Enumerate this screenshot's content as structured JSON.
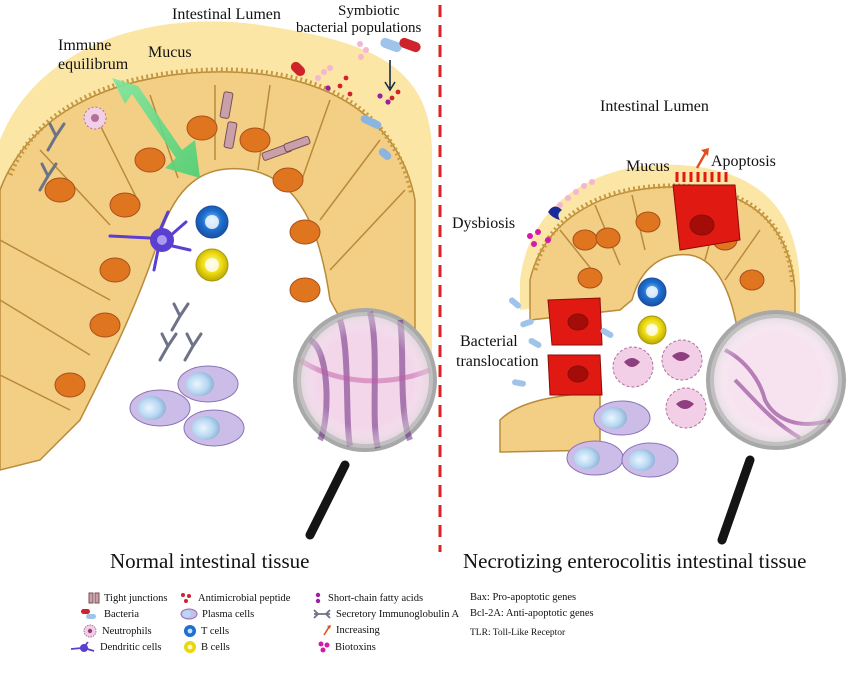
{
  "left_panel": {
    "lumen": "Intestinal Lumen",
    "mucus": "Mucus",
    "immune_line1": "Immune",
    "immune_line2": "equilibrum",
    "symbiotic_line1": "Symbiotic",
    "symbiotic_line2": "bacterial populations",
    "caption": "Normal intestinal tissue"
  },
  "right_panel": {
    "lumen": "Intestinal Lumen",
    "mucus": "Mucus",
    "apoptosis": "Apoptosis",
    "dysbiosis": "Dysbiosis",
    "translocation_line1": "Bacterial",
    "translocation_line2": "translocation",
    "caption": "Necrotizing enterocolitis intestinal tissue"
  },
  "legend": {
    "col1": [
      {
        "icon": "tight-junction-icon",
        "label": "Tight junctions"
      },
      {
        "icon": "bacteria-icon",
        "label": "Bacteria"
      },
      {
        "icon": "neutrophil-icon",
        "label": "Neutrophils"
      },
      {
        "icon": "dendritic-cell-icon",
        "label": "Dendritic cells"
      }
    ],
    "col2": [
      {
        "icon": "antimicrobial-peptide-icon",
        "label": "Antimicrobial peptide"
      },
      {
        "icon": "plasma-cell-icon",
        "label": "Plasma cells"
      },
      {
        "icon": "t-cell-icon",
        "label": "T cells"
      },
      {
        "icon": "b-cell-icon",
        "label": "B cells"
      }
    ],
    "col3": [
      {
        "icon": "short-chain-fatty-acid-icon",
        "label": "Short-chain fatty acids"
      },
      {
        "icon": "secretory-iga-icon",
        "label": "Secretory Immunoglobulin A"
      },
      {
        "icon": "increasing-arrow-icon",
        "label": "Increasing"
      },
      {
        "icon": "biotoxin-icon",
        "label": "Biotoxins"
      }
    ],
    "notes": [
      "Bax: Pro-apoptotic genes",
      "Bcl-2A: Anti-apoptotic genes",
      "TLR: Toll-Like Receptor"
    ]
  },
  "colors": {
    "mucus": "#fbe6a6",
    "cell": "#f3cf86",
    "nucleus": "#e0751f",
    "apoptotic_cell": "#e01a12",
    "divider": "#e02020",
    "t_cell": "#1e6fd0",
    "b_cell": "#e8d60f",
    "dendritic": "#5a3fd0",
    "plasma": "#c9bde6",
    "neutrophil": "#f2cfe6",
    "equilibrium_arrow": "#6fdc8a"
  }
}
